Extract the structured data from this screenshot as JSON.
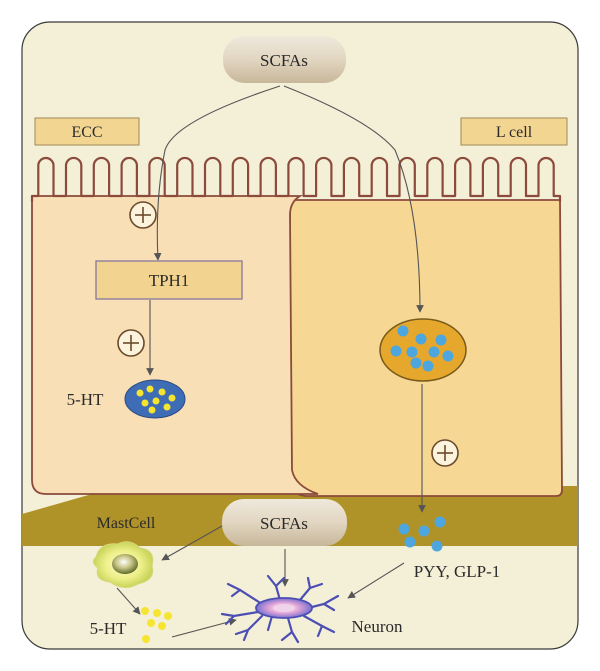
{
  "labels": {
    "scfas_top": "SCFAs",
    "ecc": "ECC",
    "l_cell": "L cell",
    "tph1": "TPH1",
    "plus_1": "+",
    "plus_2": "+",
    "plus_3": "+",
    "serotonin_cell": "5-HT",
    "mast_cell": "MastCell",
    "scfas_bottom": "SCFAs",
    "pyy_glp1": "PYY, GLP-1",
    "serotonin_mast": "5-HT",
    "neuron": "Neuron"
  },
  "colors": {
    "background": "#f4efd7",
    "ecc_cell": "#f8dfb6",
    "l_cell": "#f6d894",
    "membrane": "#8b4a3c",
    "lamina": "#b09328",
    "label_box": "#f2d591",
    "vesicle_blue": "#3f6db5",
    "granule_yellow": "#f5e531",
    "granule_blue": "#4da6de",
    "l_vesicle": "#e5a82c",
    "neuron": "#4b4fb4"
  }
}
